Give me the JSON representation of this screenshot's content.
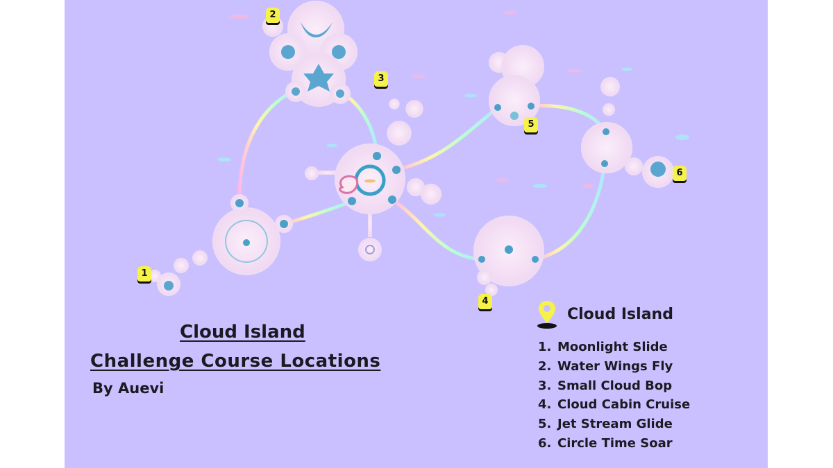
{
  "map": {
    "background_color": "#cbc0ff",
    "title_line1": "Cloud Island",
    "title_line2": "Challenge Course Locations",
    "byline": "By Auevi",
    "legend": {
      "title": "Cloud Island",
      "icon": "map-pin-icon",
      "items": [
        {
          "num": "1.",
          "label": "Moonlight Slide"
        },
        {
          "num": "2.",
          "label": "Water Wings Fly"
        },
        {
          "num": "3.",
          "label": "Small Cloud Bop"
        },
        {
          "num": "4.",
          "label": "Cloud Cabin Cruise"
        },
        {
          "num": "5.",
          "label": "Jet Stream Glide"
        },
        {
          "num": "6.",
          "label": "Circle Time Soar"
        }
      ]
    },
    "markers": [
      {
        "id": "1",
        "label": "1"
      },
      {
        "id": "2",
        "label": "2"
      },
      {
        "id": "3",
        "label": "3"
      },
      {
        "id": "4",
        "label": "4"
      },
      {
        "id": "5",
        "label": "5"
      },
      {
        "id": "6",
        "label": "6"
      }
    ],
    "marker_color": "#f6f24a",
    "island_color": "#f7e6f6",
    "accent_blue": "#5aa6d0"
  }
}
